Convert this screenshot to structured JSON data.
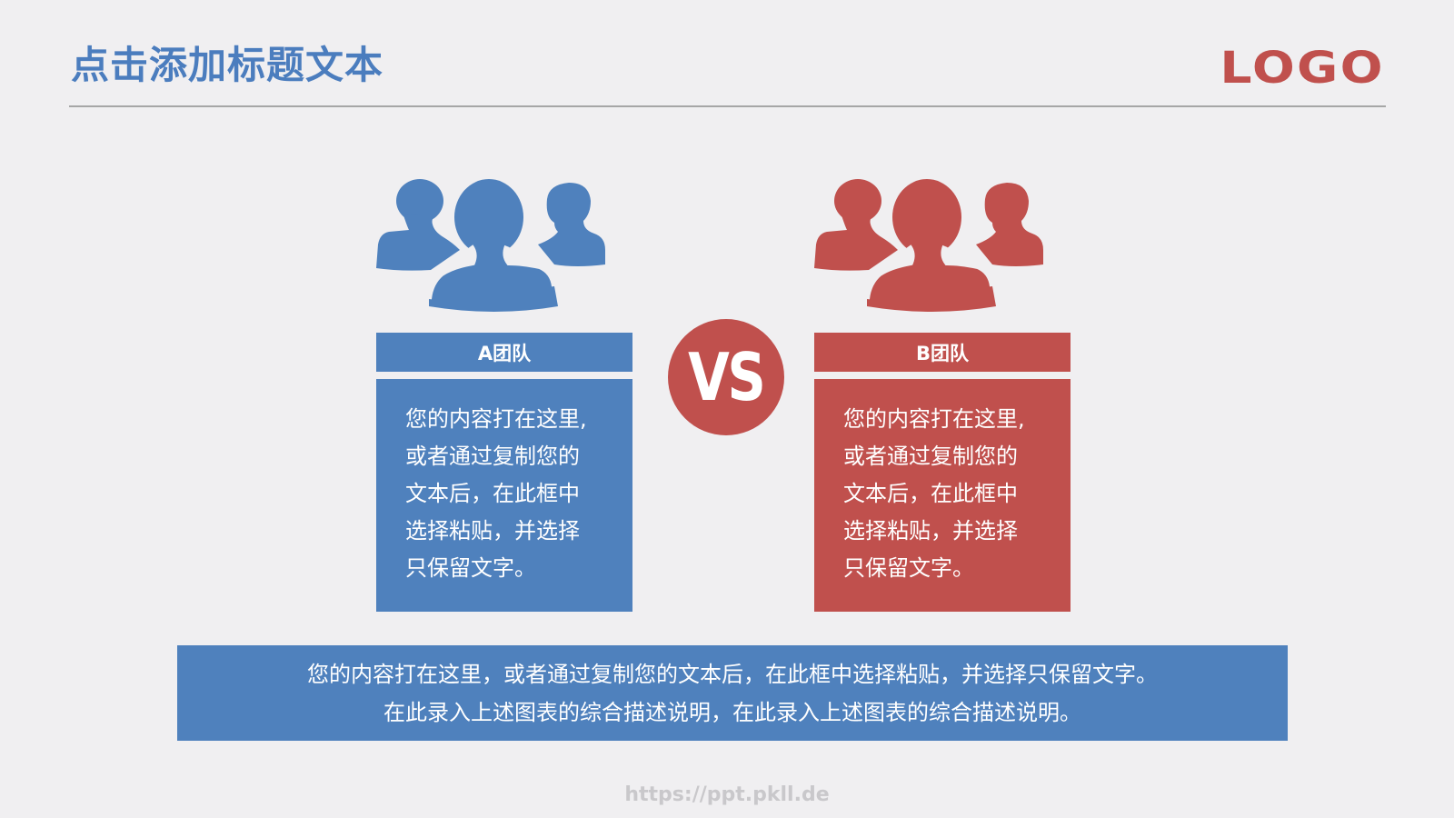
{
  "header": {
    "title": "点击添加标题文本",
    "logo": "LOGO"
  },
  "colors": {
    "background": "#f0eff1",
    "team_a": "#4f81bd",
    "team_b": "#c0504d",
    "title": "#4b7dbe",
    "rule": "#a6a6a6"
  },
  "vs": {
    "label": "VS"
  },
  "teams": [
    {
      "name": "A团队",
      "icon": "users-group-icon",
      "lines": [
        "您的内容打在这里,",
        "或者通过复制您的",
        "文本后，在此框中",
        "选择粘贴，并选择",
        "只保留文字。"
      ]
    },
    {
      "name": "B团队",
      "icon": "users-group-icon",
      "lines": [
        "您的内容打在这里,",
        "或者通过复制您的",
        "文本后，在此框中",
        "选择粘贴，并选择",
        "只保留文字。"
      ]
    }
  ],
  "summary": {
    "lines": [
      "您的内容打在这里，或者通过复制您的文本后，在此框中选择粘贴，并选择只保留文字。",
      "在此录入上述图表的综合描述说明，在此录入上述图表的综合描述说明。"
    ]
  },
  "footer": {
    "url": "https://ppt.pkll.de"
  }
}
